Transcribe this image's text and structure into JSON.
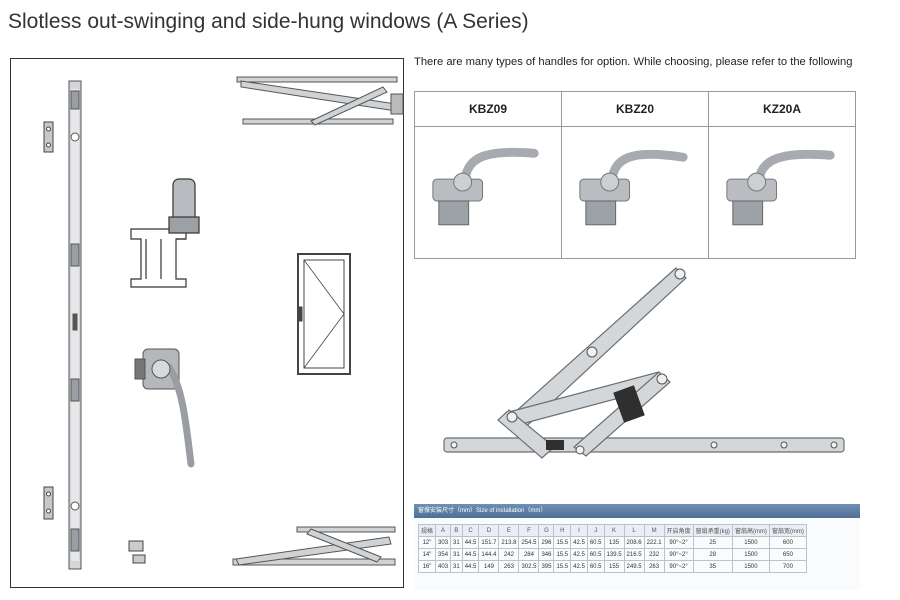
{
  "title": "Slotless out-swinging and side-hung windows (A Series)",
  "note": "There are many types of handles for option. While choosing, please refer to the following",
  "handles": [
    {
      "model": "KBZ09"
    },
    {
      "model": "KBZ20"
    },
    {
      "model": "KZ20A"
    }
  ],
  "install_table": {
    "heading": "窗撑安装尺寸（mm）Size of installation（mm）",
    "columns": [
      "规格",
      "A",
      "B",
      "C",
      "D",
      "E",
      "F",
      "G",
      "H",
      "I",
      "J",
      "K",
      "L",
      "M",
      "开启角度",
      "窗扇承重(kg)",
      "窗扇高(mm)",
      "窗扇宽(mm)"
    ],
    "rows": [
      [
        "12\"",
        "303",
        "31",
        "44.5",
        "151.7",
        "213.8",
        "254.5",
        "296",
        "15.5",
        "42.5",
        "60.5",
        "135",
        "208.6",
        "222.1",
        "90°~2°",
        "25",
        "1500",
        "600"
      ],
      [
        "14\"",
        "354",
        "31",
        "44.5",
        "144.4",
        "242",
        "284",
        "346",
        "15.5",
        "42.5",
        "60.5",
        "139.5",
        "216.5",
        "232",
        "90°~2°",
        "28",
        "1500",
        "650"
      ],
      [
        "16\"",
        "403",
        "31",
        "44.5",
        "149",
        "263",
        "302.5",
        "395",
        "15.5",
        "42.5",
        "60.5",
        "155",
        "249.5",
        "263",
        "90°~2°",
        "35",
        "1500",
        "700"
      ]
    ]
  },
  "colors": {
    "metal": "#c9ccd0",
    "metal_dark": "#8e9296",
    "pad": "#3a3a3a",
    "table_header": "#5a7ca3"
  }
}
